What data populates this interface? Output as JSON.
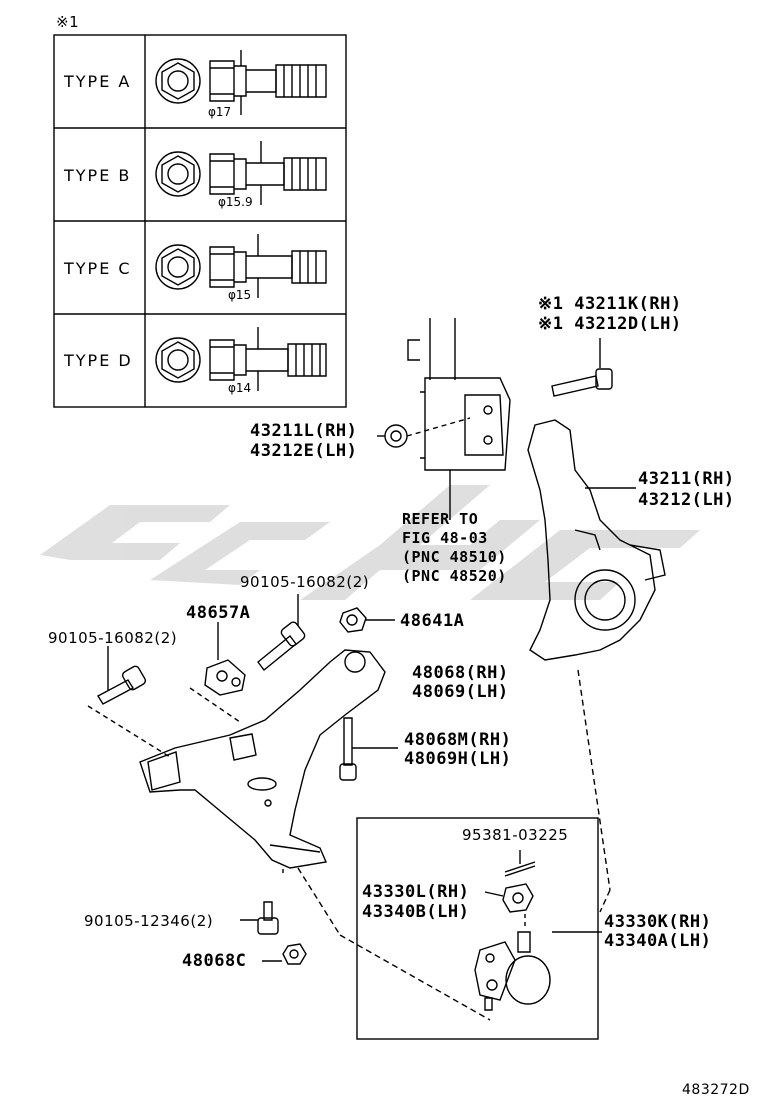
{
  "note_mark": "※1",
  "type_table": {
    "rows": [
      {
        "type": "TYPE A",
        "dimension": "φ17"
      },
      {
        "type": "TYPE B",
        "dimension": "φ15.9"
      },
      {
        "type": "TYPE C",
        "dimension": "φ15"
      },
      {
        "type": "TYPE D",
        "dimension": "φ14"
      }
    ]
  },
  "parts": {
    "bolt_rh": "※1 43211K(RH)",
    "bolt_lh": "※1 43212D(LH)",
    "nut_rh": "43211L(RH)",
    "nut_lh": "43212E(LH)",
    "knuckle_rh": "43211(RH)",
    "knuckle_lh": "43212(LH)",
    "refer_1": "REFER TO",
    "refer_2": "FIG 48-03",
    "refer_3": "(PNC 48510)",
    "refer_4": "(PNC 48520)",
    "bolt_90105_16082_top": "90105-16082(2)",
    "stopper_48657A": "48657A",
    "nut_48641A": "48641A",
    "bolt_90105_16082_left": "90105-16082(2)",
    "arm_rh": "48068(RH)",
    "arm_lh": "48069(LH)",
    "arm_bolt_rh": "48068M(RH)",
    "arm_bolt_lh": "48069H(LH)",
    "pin_95381": "95381-03225",
    "balljoint_nut_rh": "43330L(RH)",
    "balljoint_nut_lh": "43340B(LH)",
    "balljoint_rh": "43330K(RH)",
    "balljoint_lh": "43340A(LH)",
    "bolt_90105_12346": "90105-12346(2)",
    "nut_48068C": "48068C"
  },
  "figure_number": "483272D",
  "colors": {
    "line": "#000000",
    "watermark": "#d9d9d9"
  }
}
